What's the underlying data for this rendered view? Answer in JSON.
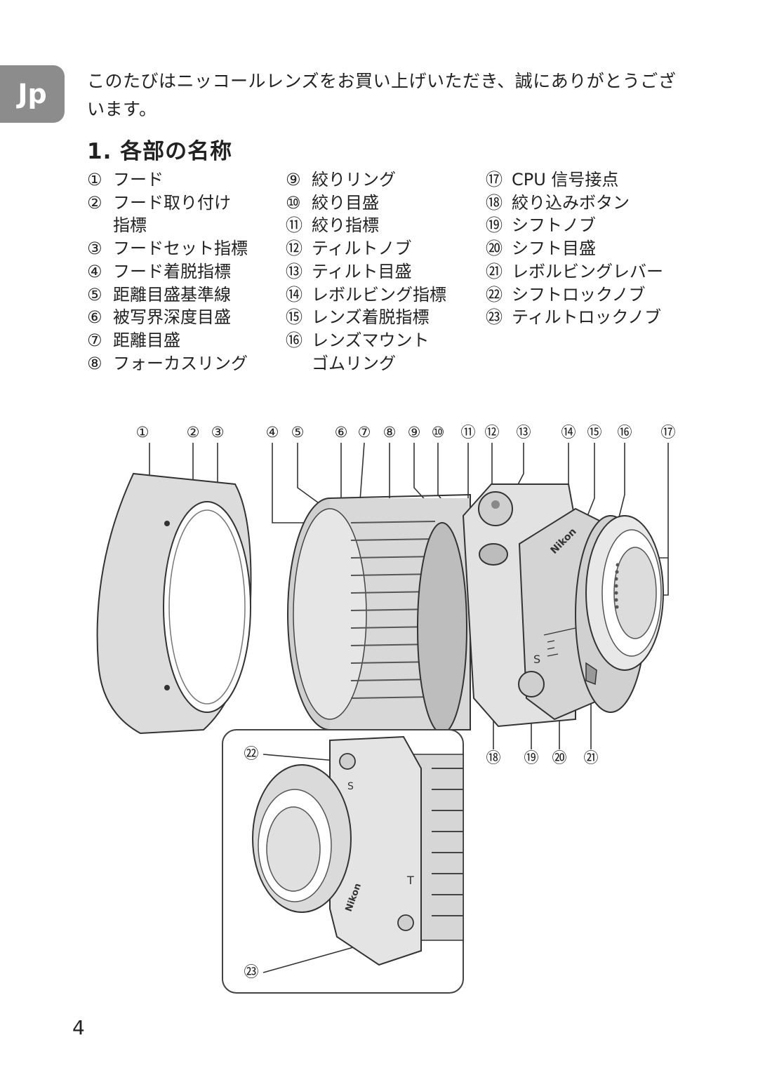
{
  "section_tab": "Jp",
  "intro_text": "このたびはニッコールレンズをお買い上げいただき、誠にありがとうございます。",
  "section_title": "1. 各部の名称",
  "parts_columns": [
    [
      {
        "num": "①",
        "label": "フード"
      },
      {
        "num": "②",
        "label": "フード取り付け",
        "cont": "指標"
      },
      {
        "num": "③",
        "label": "フードセット指標"
      },
      {
        "num": "④",
        "label": "フード着脱指標"
      },
      {
        "num": "⑤",
        "label": "距離目盛基準線"
      },
      {
        "num": "⑥",
        "label": "被写界深度目盛"
      },
      {
        "num": "⑦",
        "label": "距離目盛"
      },
      {
        "num": "⑧",
        "label": "フォーカスリング"
      }
    ],
    [
      {
        "num": "⑨",
        "label": "絞りリング"
      },
      {
        "num": "⑩",
        "label": "絞り目盛"
      },
      {
        "num": "⑪",
        "label": "絞り指標"
      },
      {
        "num": "⑫",
        "label": "ティルトノブ"
      },
      {
        "num": "⑬",
        "label": "ティルト目盛"
      },
      {
        "num": "⑭",
        "label": "レボルビング指標"
      },
      {
        "num": "⑮",
        "label": "レンズ着脱指標"
      },
      {
        "num": "⑯",
        "label": "レンズマウント",
        "cont": "ゴムリング"
      }
    ],
    [
      {
        "num": "⑰",
        "label": "CPU 信号接点"
      },
      {
        "num": "⑱",
        "label": "絞り込みボタン"
      },
      {
        "num": "⑲",
        "label": "シフトノブ"
      },
      {
        "num": "⑳",
        "label": "シフト目盛"
      },
      {
        "num": "㉑",
        "label": "レボルビングレバー"
      },
      {
        "num": "㉒",
        "label": "シフトロックノブ"
      },
      {
        "num": "㉓",
        "label": "ティルトロックノブ"
      }
    ]
  ],
  "figure": {
    "top_callouts": [
      "①",
      "②",
      "③",
      "④",
      "⑤",
      "⑥",
      "⑦",
      "⑧",
      "⑨",
      "⑩",
      "⑪",
      "⑫",
      "⑬",
      "⑭",
      "⑮",
      "⑯",
      "⑰"
    ],
    "bottom_callouts": [
      "⑱",
      "⑲",
      "⑳",
      "㉑"
    ],
    "inset_callouts": [
      "㉒",
      "㉓"
    ],
    "lens_brand": "Nikon",
    "shift_scale_letter": "S",
    "tilt_scale_letter": "T"
  },
  "page_number": "4"
}
